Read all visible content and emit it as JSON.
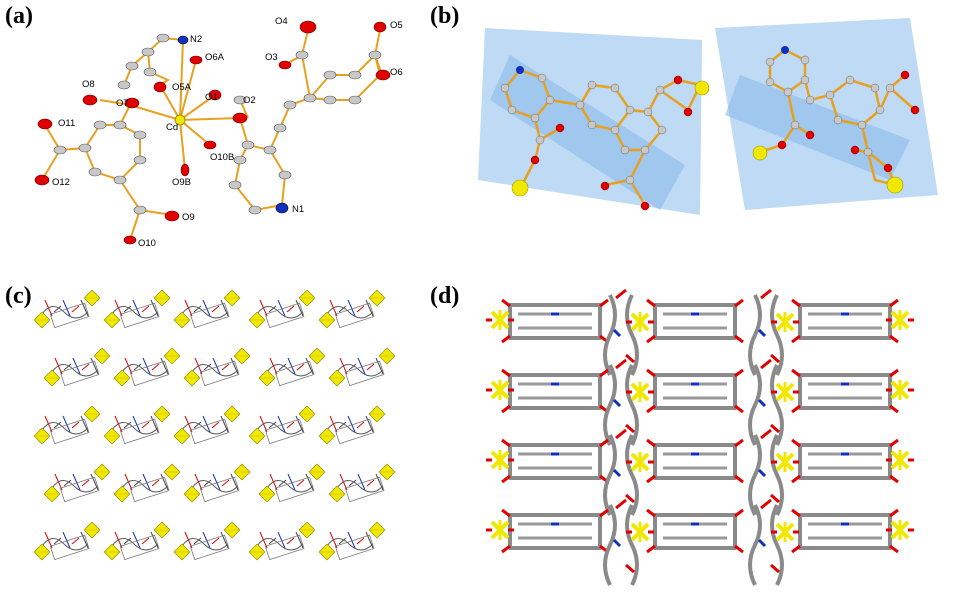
{
  "panels": {
    "a": {
      "label": "(a)"
    },
    "b": {
      "label": "(b)"
    },
    "c": {
      "label": "(c)"
    },
    "d": {
      "label": "(d)"
    }
  },
  "atom_labels": {
    "N2": "N2",
    "O6A": "O6A",
    "O8": "O8",
    "O7": "O7",
    "O5A": "O5A",
    "O1": "O1",
    "O2": "O2",
    "Cd": "Cd",
    "O10B": "O10B",
    "O9B": "O9B",
    "O11": "O11",
    "O12": "O12",
    "O9": "O9",
    "O10": "O10",
    "N1": "N1",
    "O3": "O3",
    "O4": "O4",
    "O5": "O5",
    "O6": "O6"
  },
  "colors": {
    "oxygen": "#e00000",
    "nitrogen": "#1030c0",
    "carbon": "#c8c8c8",
    "cadmium": "#f0e800",
    "bond": "#e8a020",
    "plane": "#a8cdf0",
    "stick": "#8a8a8a"
  }
}
